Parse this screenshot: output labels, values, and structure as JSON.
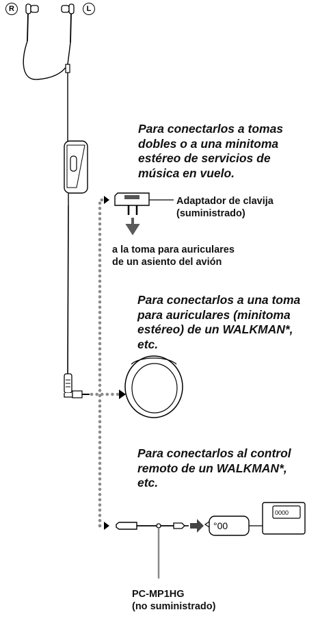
{
  "markers": {
    "right": "R",
    "left": "L"
  },
  "captions": {
    "inflight_heading": [
      "Para conectarlos a tomas",
      "dobles o a una minitoma",
      "estéreo de servicios de",
      "música en vuelo."
    ],
    "plug_adaptor_label": [
      "Adaptador de clavija",
      "(suministrado)"
    ],
    "seat_jack_note": [
      "a la toma para auriculares",
      "de un asiento del avión"
    ],
    "walkman_jack_heading": [
      "Para conectarlos a una toma",
      "para auriculares (minitoma",
      "estéreo) de un WALKMAN*,",
      "etc."
    ],
    "remote_heading": [
      "Para conectarlos al control",
      "remoto de un WALKMAN*,",
      "etc."
    ],
    "cord_label": [
      "PC-MP1HG",
      "(no suministrado)"
    ]
  },
  "remote_display": "°00",
  "walkman_display": "0000",
  "colors": {
    "line": "#000000",
    "dots": "#8a8a8a",
    "gray": "#9a9a9a",
    "fill": "#ffffff"
  }
}
